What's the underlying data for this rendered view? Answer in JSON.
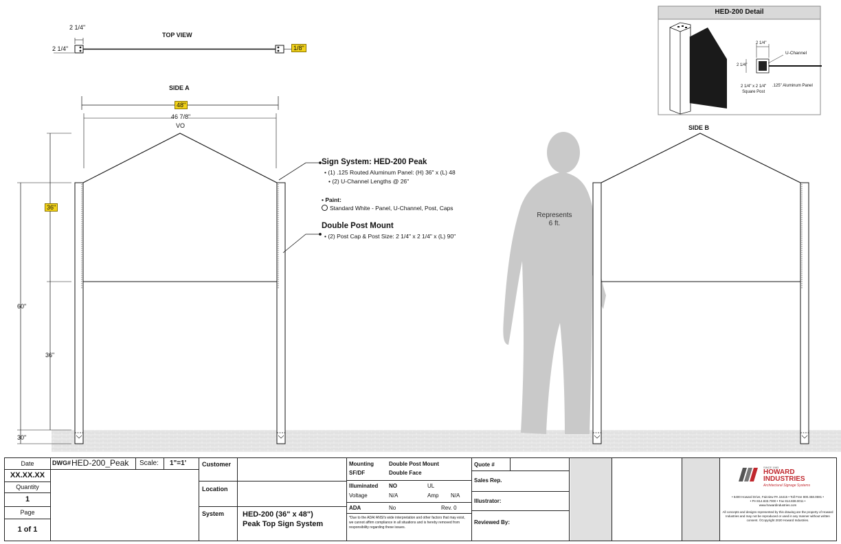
{
  "top_view": {
    "title": "TOP VIEW",
    "post_dim_top": "2 1/4\"",
    "post_dim_side": "2 1/4\"",
    "panel_thickness": "1/8\""
  },
  "side_a": {
    "title": "SIDE A",
    "overall_width": "48\"",
    "vo_width": "46 7/8\"",
    "vo_label": "VO",
    "panel_height": "36\"",
    "total_height": "60\"",
    "clearance": "36\"",
    "footing": "30\""
  },
  "side_b": {
    "title": "SIDE B"
  },
  "person": {
    "label_line1": "Represents",
    "label_line2": "6 ft."
  },
  "detail": {
    "title": "HED-200 Detail",
    "dim_w": "2 1/4\"",
    "dim_h": "2 1/4\"",
    "uchannel": "U-Channel",
    "post_label_1": "2 1/4\" x 2 1/4\"",
    "post_label_2": "Square Post",
    "panel_label": ".125\" Aluminum Panel"
  },
  "specs": {
    "sign_system_title": "Sign System: HED-200 Peak",
    "sign_items": [
      "(1) .125 Routed Aluminum Panel: (H) 36\" x (L) 48",
      "(2) U-Channel Lengths @ 26\""
    ],
    "paint_title": "Paint",
    "paint_item": "Standard White - Panel, U-Channel, Post, Caps",
    "mount_title": "Double Post Mount",
    "mount_item": "(2) Post Cap & Post Size: 2 1/4\" x 2 1/4\" x (L) 90\""
  },
  "title_block": {
    "date_label": "Date",
    "date_value": "XX.XX.XX",
    "quantity_label": "Quantity",
    "quantity_value": "1",
    "page_label": "Page",
    "page_value": "1 of 1",
    "dwg_label": "DWG#",
    "dwg_value": "HED-200_Peak",
    "scale_label": "Scale:",
    "scale_value": "1\"=1'",
    "customer_label": "Customer",
    "location_label": "Location",
    "system_label": "System",
    "system_value_1": "HED-200 (36\" x 48\")",
    "system_value_2": "Peak Top Sign System",
    "mounting_label": "Mounting",
    "mounting_value": "Double Post Mount",
    "sfdf_label": "SF/DF",
    "sfdf_value": "Double Face",
    "illuminated_label": "Illuminated",
    "illuminated_value": "NO",
    "ul_label": "UL",
    "voltage_label": "Voltage",
    "voltage_value": "N/A",
    "amp_label": "Amp",
    "amp_value": "N/A",
    "ada_label": "ADA",
    "ada_value": "No",
    "rev": "Rev. 0",
    "disclaimer": "*Due to the ADA/ ANSI's wide interpretation and other factors that may exist, we cannot affirm compliance in all situations and is hereby removed from responsibility regarding these issues.",
    "quote_label": "Quote #",
    "sales_label": "Sales Rep.",
    "illustrator_label": "Illustrator:",
    "reviewed_label": "Reviewed By:",
    "company_tag": "SINCE 1983",
    "company_1": "HOWARD",
    "company_2": "INDUSTRIES",
    "company_sub": "Architectural Signage Systems",
    "address_1": "• 6400 Howard Drive, Fairview PA 16415 • Toll Free 800.458.0591 •",
    "address_2": "• PH 814.833.7000 • Fax 814.838.0011 •",
    "website": "www.howardindustries.com",
    "legal": "All concepts and designs represented by this drawing are the property of Howard Industries and may not be reproduced or used in any manner without written consent. ©Copyright 2020 Howard Industries."
  }
}
